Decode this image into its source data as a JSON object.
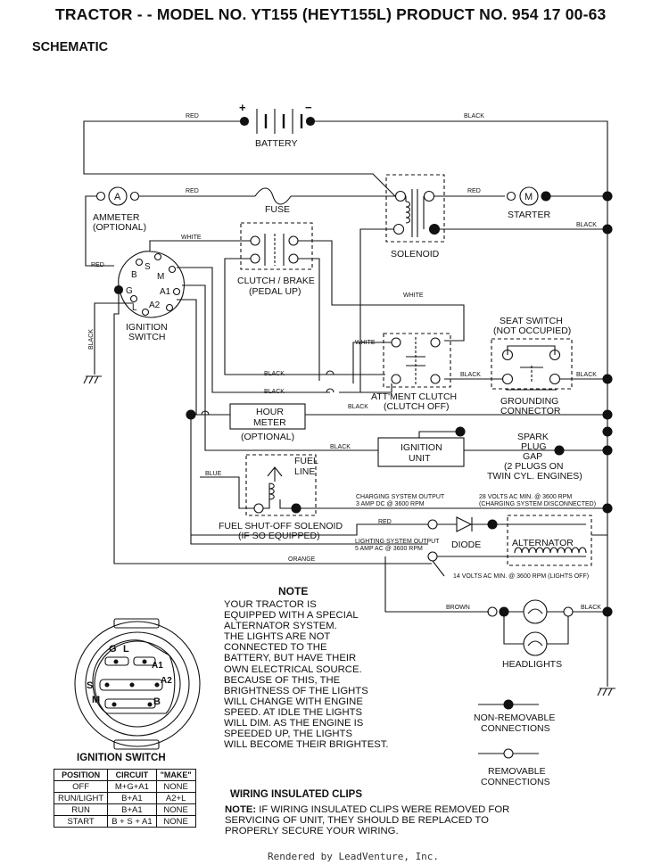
{
  "header": {
    "title": "TRACTOR - - MODEL NO. YT155 (HEYT155L) PRODUCT NO. 954 17 00-63",
    "subtitle": "SCHEMATIC"
  },
  "wire_labels": {
    "red": "RED",
    "black": "BLACK",
    "white": "WHITE",
    "blue": "BLUE",
    "orange": "ORANGE",
    "brown": "BROWN"
  },
  "components": {
    "battery": "BATTERY",
    "battery_plus": "+",
    "battery_minus": "−",
    "ammeter_symbol": "A",
    "ammeter_l1": "AMMETER",
    "ammeter_l2": "(OPTIONAL)",
    "fuse": "FUSE",
    "starter_symbol": "M",
    "starter": "STARTER",
    "solenoid": "SOLENOID",
    "clutch_l1": "CLUTCH / BRAKE",
    "clutch_l2": "(PEDAL UP)",
    "ignition_l1": "IGNITION",
    "ignition_l2": "SWITCH",
    "seat_l1": "SEAT SWITCH",
    "seat_l2": "(NOT OCCUPIED)",
    "attment_l1": "ATT'MENT CLUTCH",
    "attment_l2": "(CLUTCH OFF)",
    "grounding_l1": "GROUNDING",
    "grounding_l2": "CONNECTOR",
    "hour_l1": "HOUR",
    "hour_l2": "METER",
    "hour_l3": "(OPTIONAL)",
    "ign_unit_l1": "IGNITION",
    "ign_unit_l2": "UNIT",
    "spark_l1": "SPARK",
    "spark_l2": "PLUG",
    "spark_l3": "GAP",
    "spark_l4": "(2 PLUGS ON",
    "spark_l5": "TWIN CYL. ENGINES)",
    "fuel_l1": "FUEL",
    "fuel_l2": "LINE",
    "fso_l1": "FUEL SHUT-OFF SOLENOID",
    "fso_l2": "(IF SO EQUIPPED)",
    "charging_l1": "CHARGING SYSTEM OUTPUT",
    "charging_l2": "3 AMP DC @ 3600 RPM",
    "volts28_l1": "28 VOLTS AC MIN. @ 3600 RPM",
    "volts28_l2": "(CHARGING SYSTEM DISCONNECTED)",
    "diode": "DIODE",
    "alternator": "ALTERNATOR",
    "lighting_l1": "LIGHTING SYSTEM OUTPUT",
    "lighting_l2": "5 AMP AC @ 3600 RPM",
    "volts14": "14 VOLTS AC MIN. @ 3600 RPM (LIGHTS OFF)",
    "headlights": "HEADLIGHTS"
  },
  "terminals": {
    "B": "B",
    "S": "S",
    "M": "M",
    "G": "G",
    "A1": "A1",
    "L": "L",
    "A2": "A2"
  },
  "note": {
    "heading": "NOTE",
    "lines": [
      "YOUR TRACTOR IS",
      "EQUIPPED WITH A SPECIAL",
      "ALTERNATOR SYSTEM.",
      "THE LIGHTS ARE NOT",
      "CONNECTED TO THE",
      "BATTERY, BUT HAVE THEIR",
      "OWN ELECTRICAL SOURCE.",
      "BECAUSE OF THIS, THE",
      "BRIGHTNESS OF THE LIGHTS",
      "WILL CHANGE WITH ENGINE",
      "SPEED.  AT IDLE THE LIGHTS",
      "WILL DIM.  AS THE ENGINE IS",
      "SPEEDED UP, THE LIGHTS",
      "WILL BECOME THEIR BRIGHTEST."
    ]
  },
  "legend": {
    "non_removable_l1": "NON-REMOVABLE",
    "non_removable_l2": "CONNECTIONS",
    "removable_l1": "REMOVABLE",
    "removable_l2": "CONNECTIONS"
  },
  "ignition_switch_table": {
    "caption": "IGNITION SWITCH",
    "headers": [
      "POSITION",
      "CIRCUIT",
      "\"MAKE\""
    ],
    "rows": [
      [
        "OFF",
        "M+G+A1",
        "NONE"
      ],
      [
        "RUN/LIGHT",
        "B+A1",
        "A2+L"
      ],
      [
        "RUN",
        "B+A1",
        "NONE"
      ],
      [
        "START",
        "B + S + A1",
        "NONE"
      ]
    ]
  },
  "wiring_clips": {
    "heading": "WIRING INSULATED CLIPS",
    "note_label": "NOTE:",
    "lines": [
      " IF WIRING INSULATED CLIPS WERE REMOVED FOR",
      "SERVICING OF UNIT, THEY SHOULD BE REPLACED TO",
      "PROPERLY SECURE YOUR WIRING."
    ]
  },
  "footer": "Rendered by LeadVenture, Inc."
}
